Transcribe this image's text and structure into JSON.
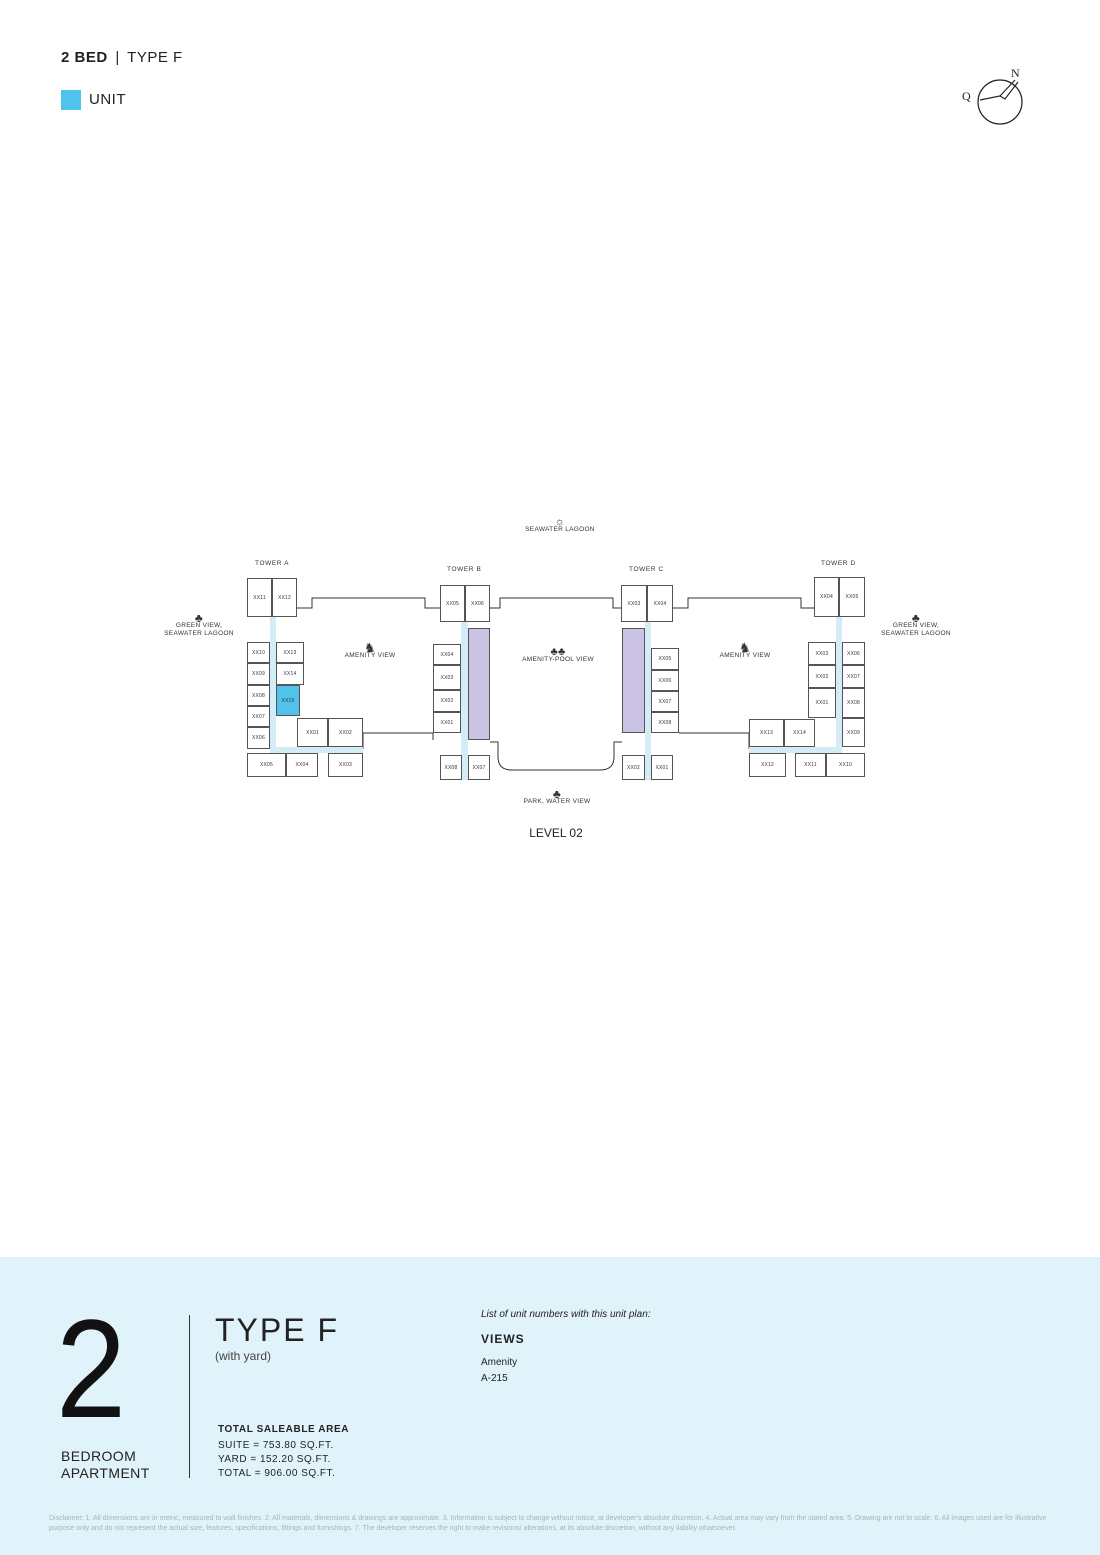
{
  "header": {
    "bed": "2 BED",
    "sep": "|",
    "type": "TYPE F",
    "legend_label": "UNIT",
    "legend_color": "#4fc3ec"
  },
  "compass": {
    "n": "N",
    "q": "Q"
  },
  "plan": {
    "views": {
      "top": "SEAWATER LAGOON",
      "bottom": "PARK, WATER VIEW",
      "left": "GREEN VIEW,\nSEAWATER LAGOON",
      "right": "GREEN VIEW,\nSEAWATER LAGOON",
      "amenity_a": "AMENITY VIEW",
      "pool": "AMENITY-POOL VIEW",
      "amenity_d": "AMENITY VIEW"
    },
    "level": "LEVEL 02",
    "towers": {
      "a": "TOWER A",
      "b": "TOWER B",
      "c": "TOWER C",
      "d": "TOWER D"
    },
    "units": {
      "a": [
        "XX11",
        "XX12",
        "XX10",
        "XX09",
        "XX08",
        "XX07",
        "XX06",
        "XX13",
        "XX14",
        "XX15",
        "XX01",
        "XX02",
        "XX05",
        "XX04",
        "XX03"
      ],
      "b": [
        "XX05",
        "XX06",
        "XX04",
        "XX03",
        "XX02",
        "XX01",
        "XX08",
        "XX07"
      ],
      "c": [
        "XX03",
        "XX04",
        "XX05",
        "XX06",
        "XX07",
        "XX08",
        "XX02",
        "XX01"
      ],
      "d": [
        "XX04",
        "XX05",
        "XX03",
        "XX02",
        "XX01",
        "XX06",
        "XX07",
        "XX08",
        "XX09",
        "XX13",
        "XX14",
        "XX12",
        "XX11",
        "XX10"
      ]
    }
  },
  "summary": {
    "bed_number": "2",
    "bed_line1": "BEDROOM",
    "bed_line2": "APARTMENT",
    "type": "TYPE F",
    "subtitle": "(with yard)",
    "area_title": "TOTAL SALEABLE AREA",
    "suite": "SUITE = 753.80 SQ.FT.",
    "yard": "YARD = 152.20 SQ.FT.",
    "total": "TOTAL = 906.00 SQ.FT.",
    "list_intro": "List of unit numbers with this unit plan:",
    "views_title": "VIEWS",
    "view_name": "Amenity",
    "unit_number": "A-215"
  },
  "disclaimer": "Disclaimer: 1. All dimensions are in metric, measured to wall finishes. 2. All materials, dimensions & drawings are approximate. 3. Information is subject to change without notice, at developer's absolute discretion. 4. Actual area may vary from the stated area. 5. Drawing are not to scale. 6. All images used are for illustrative purpose only and do not represent the actual size, features, specifications, fittings and furnishings. 7. The developer reserves the right to make revisions/ alterations, at its absolute discretion, without any liability whatsoever."
}
